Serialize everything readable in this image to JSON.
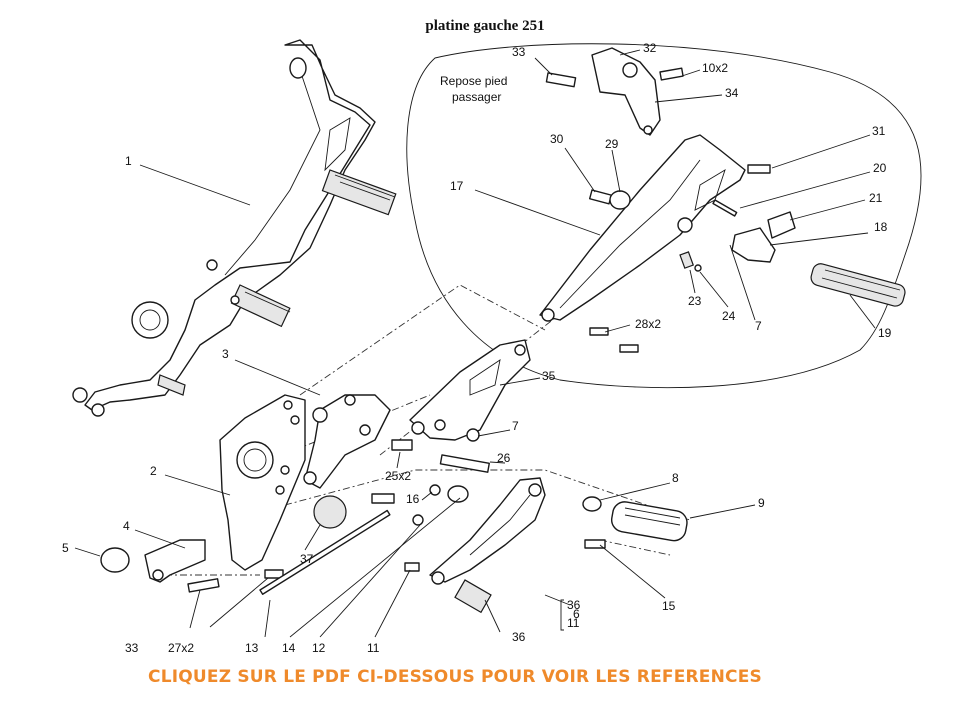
{
  "title": "platine gauche 251",
  "passenger_label": [
    "Repose pied",
    "passager"
  ],
  "callouts": {
    "c1": "1",
    "c2": "2",
    "c3": "3",
    "c4": "4",
    "c5": "5",
    "c6": "6",
    "c7a": "7",
    "c7b": "7",
    "c8": "8",
    "c9": "9",
    "c10": "10x2",
    "c11": "11",
    "c12": "12",
    "c13": "13",
    "c14": "14",
    "c15": "15",
    "c16": "16",
    "c17": "17",
    "c18": "18",
    "c19": "19",
    "c20": "20",
    "c21": "21",
    "c23": "23",
    "c24": "24",
    "c25": "25x2",
    "c26": "26",
    "c27": "27x2",
    "c28": "28x2",
    "c29": "29",
    "c30": "30",
    "c31": "31",
    "c32": "32",
    "c33a": "33",
    "c33b": "33",
    "c34": "34",
    "c35": "35",
    "c36": "36",
    "c37": "37",
    "bracket_top": "36",
    "bracket_bottom": "11"
  },
  "cta": "CLIQUEZ SUR LE PDF CI-DESSOUS POUR VOIR LES REFERENCES"
}
